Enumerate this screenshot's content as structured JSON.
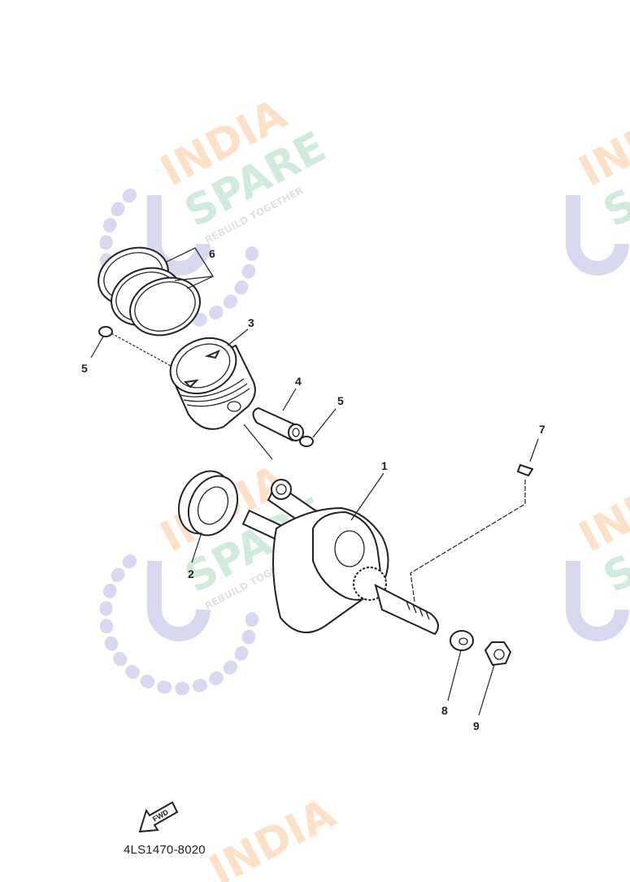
{
  "diagram": {
    "part_code": "4LS1470-8020",
    "direction_marker": "FWD",
    "callouts": [
      {
        "number": "1",
        "part": "crankshaft"
      },
      {
        "number": "2",
        "part": "bearing"
      },
      {
        "number": "3",
        "part": "piston"
      },
      {
        "number": "4",
        "part": "piston-pin"
      },
      {
        "number": "5",
        "part": "circlip"
      },
      {
        "number": "5",
        "part": "circlip"
      },
      {
        "number": "6",
        "part": "piston-ring-set"
      },
      {
        "number": "7",
        "part": "key"
      },
      {
        "number": "8",
        "part": "washer"
      },
      {
        "number": "9",
        "part": "nut"
      }
    ]
  },
  "watermark": {
    "line1": "INDIA",
    "line2": "SPARE",
    "tagline": "REBUILD TOGETHER",
    "colors": {
      "india": "#f7c89a",
      "spare": "#a9d9bf",
      "icon": "#b9b9e6"
    }
  }
}
